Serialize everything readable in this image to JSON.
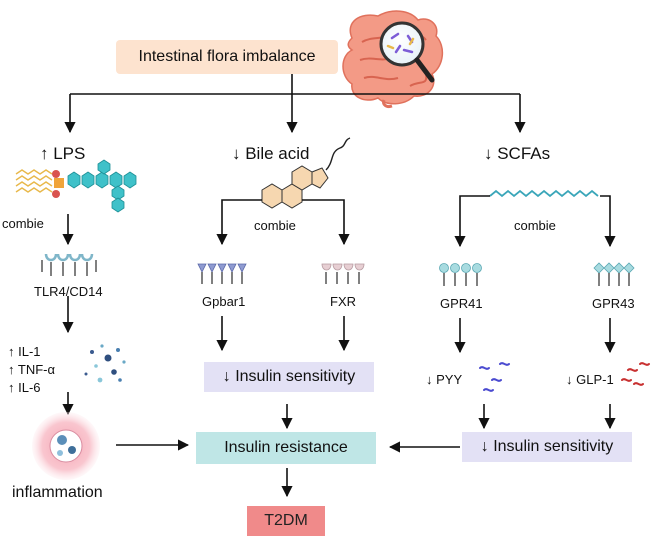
{
  "title": "Intestinal flora imbalance",
  "left": {
    "header": "↑ LPS",
    "combie": "combie",
    "receptor": "TLR4/CD14",
    "cytokines": [
      "↑ IL-1",
      "↑ TNF-α",
      "↑ IL-6"
    ],
    "outcome": "inflammation"
  },
  "middle": {
    "header": "↓ Bile acid",
    "combie": "combie",
    "receptor_left": "Gpbar1",
    "receptor_right": "FXR",
    "effect": "↓ Insulin sensitivity"
  },
  "right": {
    "header": "↓ SCFAs",
    "combie": "combie",
    "receptor_left": "GPR41",
    "receptor_right": "GPR43",
    "effect_left": "↓ PYY",
    "effect_right": "↓ GLP-1",
    "effect": "↓ Insulin sensitivity"
  },
  "center": {
    "resistance": "Insulin resistance",
    "disease": "T2DM"
  }
}
